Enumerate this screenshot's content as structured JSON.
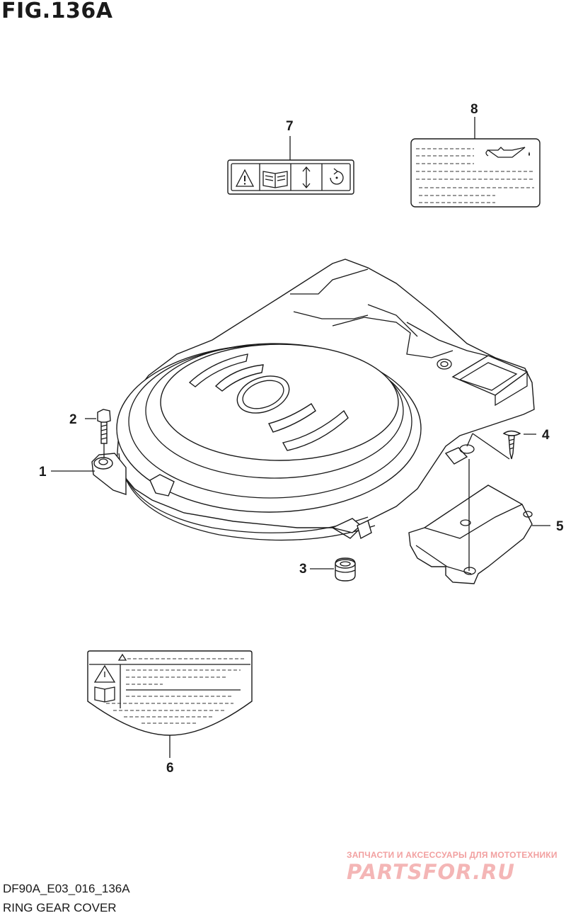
{
  "figure": {
    "title": "FIG.136A",
    "code": "DF90A_E03_016_136A",
    "name": "RING GEAR COVER"
  },
  "callouts": [
    "1",
    "2",
    "3",
    "4",
    "5",
    "6",
    "7",
    "8"
  ],
  "watermark": {
    "tagline": "ЗАПЧАСТИ И АКСЕССУАРЫ ДЛЯ МОТОТЕХНИКИ",
    "brand": "PARTSFOR.RU"
  },
  "colors": {
    "line": "#1a1a1a",
    "background": "#ffffff",
    "watermark": "#f4b6b6"
  }
}
